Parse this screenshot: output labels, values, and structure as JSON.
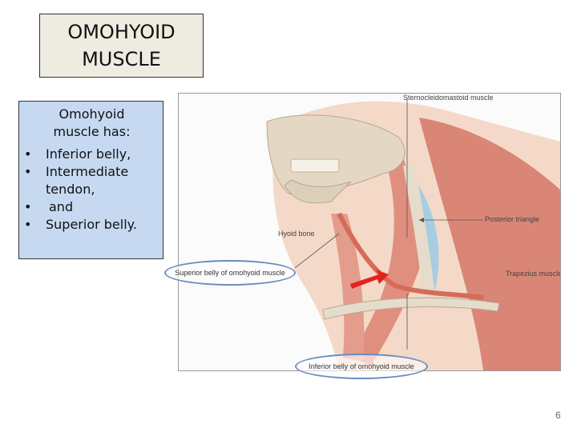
{
  "title": {
    "line1": "OMOHYOID",
    "line2": "MUSCLE"
  },
  "bullets": {
    "lead": "Omohyoid muscle has:",
    "items": [
      "Inferior belly,",
      "Intermediate tendon,",
      "and",
      "Superior belly."
    ]
  },
  "figure": {
    "labels": {
      "sternocleidomastoid": "Sternocleidomastoid muscle",
      "posterior_triangle": "Posterior triangle",
      "hyoid_bone": "Hyoid bone",
      "trapezius": "Trapezius muscle",
      "superior_belly": "Superior belly of omohyoid muscle",
      "inferior_belly": "Inferior belly of omohyoid muscle"
    }
  },
  "slide_number": "6",
  "colors": {
    "title_bg": "#eeece1",
    "bullet_bg": "#c6d9f1",
    "oval": "#6b8cc0",
    "arrow": "#e3221b"
  }
}
